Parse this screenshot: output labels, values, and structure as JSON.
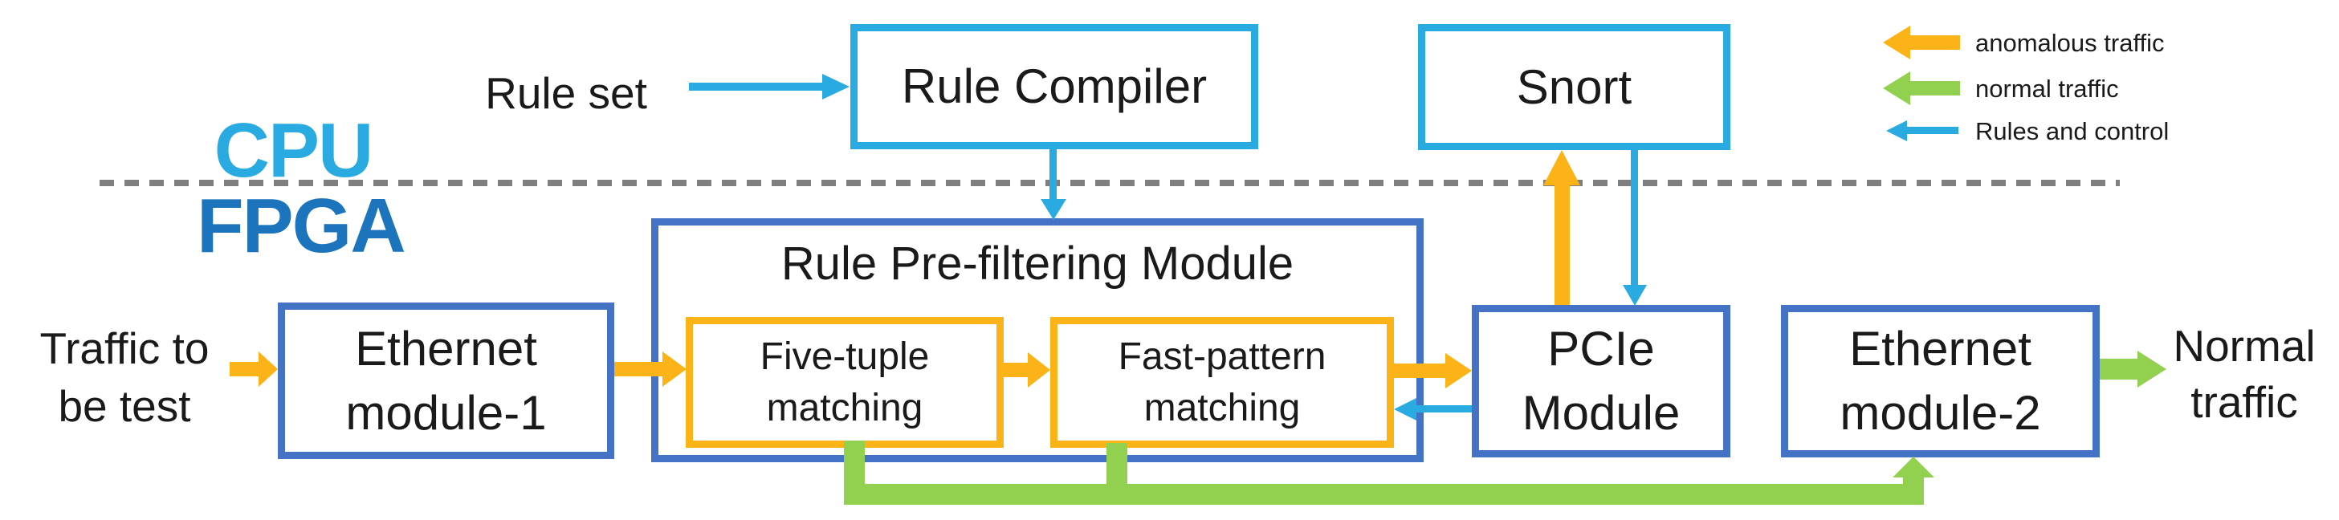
{
  "colors": {
    "cyan": "#29ABE2",
    "blue": "#4472C4",
    "orange": "#FBB317",
    "green": "#92D050",
    "cpu_text": "#29ABE2",
    "fpga_text": "#1C75BC",
    "divider": "#7F7F7F",
    "text": "#1A1A1A"
  },
  "layers": {
    "cpu": "CPU",
    "fpga": "FPGA"
  },
  "io": {
    "rule_set": "Rule set",
    "input_line1": "Traffic to",
    "input_line2": "be test",
    "output_line1": "Normal",
    "output_line2": "traffic"
  },
  "nodes": {
    "rule_compiler": "Rule Compiler",
    "snort": "Snort",
    "prefilter_title": "Rule Pre-filtering Module",
    "five_tuple_line1": "Five-tuple",
    "five_tuple_line2": "matching",
    "fast_pattern_line1": "Fast-pattern",
    "fast_pattern_line2": "matching",
    "eth1_line1": "Ethernet",
    "eth1_line2": "module-1",
    "pcie_line1": "PCIe",
    "pcie_line2": "Module",
    "eth2_line1": "Ethernet",
    "eth2_line2": "module-2"
  },
  "legend": {
    "anomalous": "anomalous traffic",
    "normal": "normal traffic",
    "rules": "Rules and control"
  }
}
